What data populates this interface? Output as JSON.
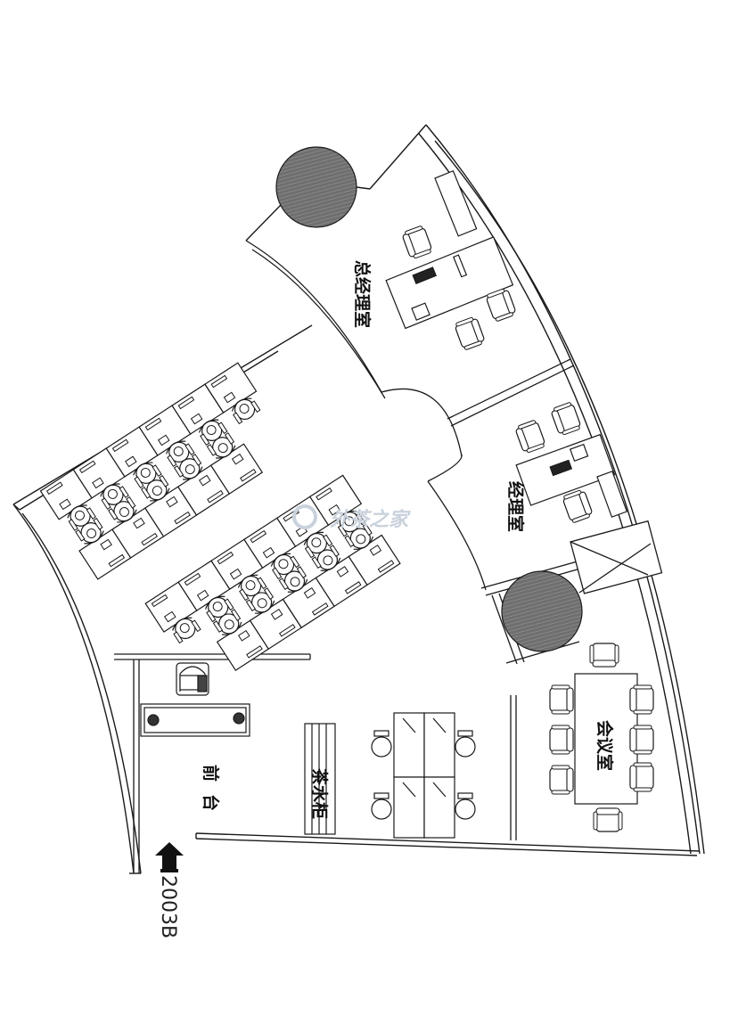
{
  "rooms": {
    "ceo_office": "总经理室",
    "manager_office": "经理室",
    "meeting_room": "会议室",
    "reception": "前台",
    "tea_cabinet": "茶水柜"
  },
  "entrance": {
    "label": "2003B"
  },
  "watermark": {
    "text": "外茶之家"
  },
  "colors": {
    "line": "#1a1a1a",
    "pillar": "#7a7a7a",
    "paper": "#ffffff",
    "watermark": "#c9d2dc"
  },
  "icons": {
    "column": "hatched-circle-column",
    "workstation": "desk-chair-workstation",
    "entry_arrow": "up-arrow-icon"
  }
}
